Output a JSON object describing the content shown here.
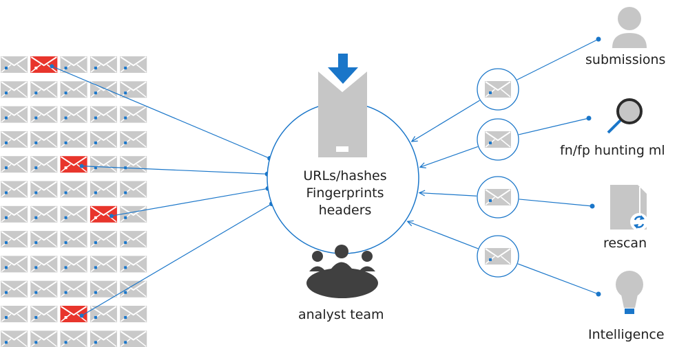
{
  "center": {
    "lines": [
      "URLs/hashes",
      "Fingerprints",
      "headers"
    ]
  },
  "team": {
    "label": "analyst team"
  },
  "sources": [
    {
      "label": "submissions",
      "icon": "person-icon"
    },
    {
      "label": "fn/fp hunting ml",
      "icon": "magnifier-icon"
    },
    {
      "label": "rescan",
      "icon": "document-refresh-icon"
    },
    {
      "label": "Intelligence",
      "icon": "lightbulb-icon"
    }
  ],
  "mail_grid": {
    "rows": 12,
    "cols": 5,
    "flagged": [
      [
        0,
        1
      ],
      [
        4,
        2
      ],
      [
        6,
        3
      ],
      [
        10,
        2
      ]
    ]
  },
  "colors": {
    "accent": "#1a76c9",
    "envelope": "#c9c9c9",
    "flagged": "#e8352c",
    "icon_gray": "#c6c6c6",
    "dark": "#404040"
  }
}
